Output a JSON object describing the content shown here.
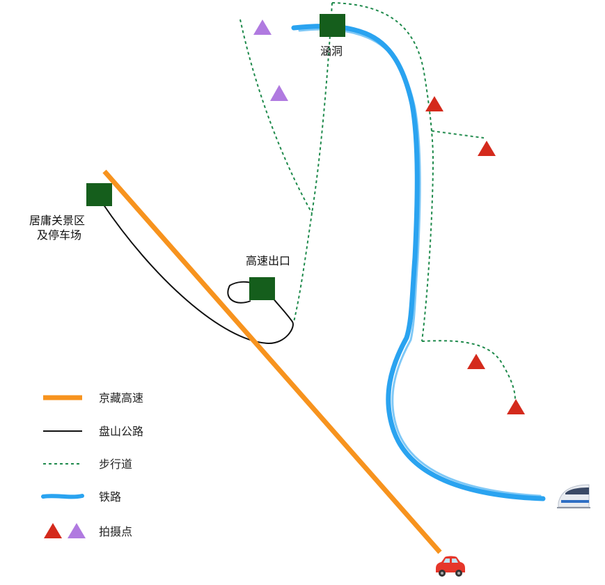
{
  "places": {
    "juyongguan": {
      "line1": "居庸关景区",
      "line2": "及停车场"
    },
    "exit": {
      "label": "高速出口"
    },
    "culvert": {
      "label": "涵洞"
    }
  },
  "legend": [
    {
      "key": "highway",
      "label": "京藏高速"
    },
    {
      "key": "mountain_road",
      "label": "盘山公路"
    },
    {
      "key": "trail",
      "label": "步行道"
    },
    {
      "key": "railway",
      "label": "铁路"
    },
    {
      "key": "photo_spot",
      "label": "拍摄点"
    }
  ],
  "colors": {
    "highway": "#f7931e",
    "mountain_road": "#111111",
    "trail": "#1f8a4c",
    "railway": "#2aa3f0",
    "photo_spot_red": "#d42a1c",
    "photo_spot_purple": "#b07ae0",
    "place_marker": "#155e1c"
  },
  "icons": {
    "car": "car-icon",
    "train": "train-icon"
  }
}
